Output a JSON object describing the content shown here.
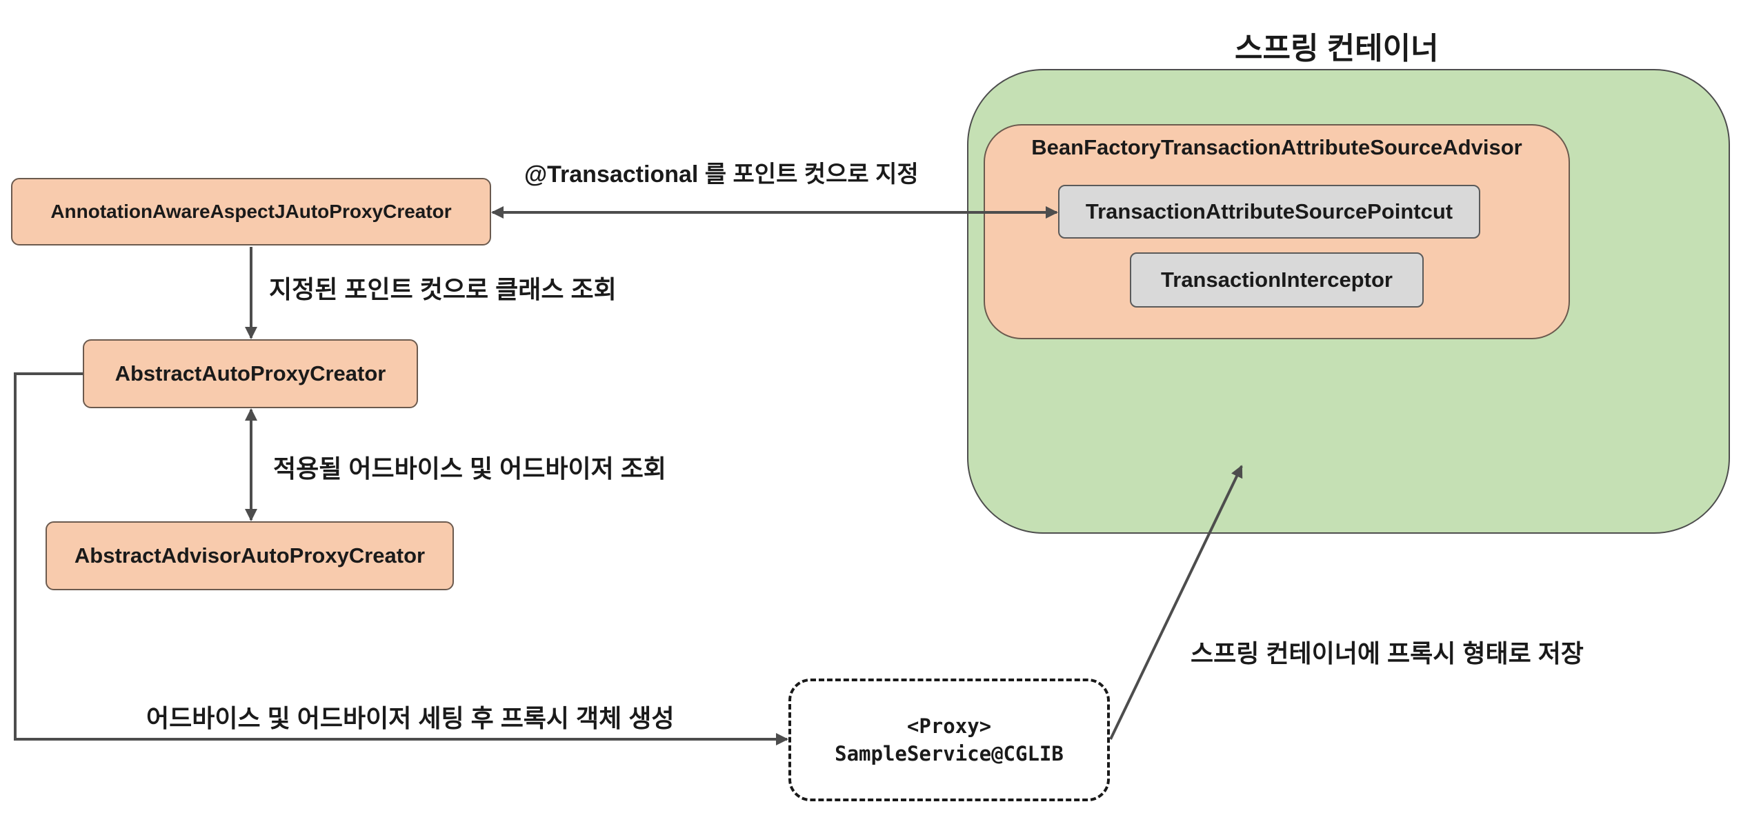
{
  "title": "스프링 컨테이너",
  "nodes": {
    "annotation_creator": "AnnotationAwareAspectJAutoProxyCreator",
    "abstract_auto_creator": "AbstractAutoProxyCreator",
    "abstract_advisor_creator": "AbstractAdvisorAutoProxyCreator",
    "advisor": "BeanFactoryTransactionAttributeSourceAdvisor",
    "pointcut": "TransactionAttributeSourcePointcut",
    "interceptor": "TransactionInterceptor",
    "proxy_line1": "<Proxy>",
    "proxy_line2": "SampleService@CGLIB"
  },
  "edges": {
    "pointcut_assignment": "@Transactional 를 포인트 컷으로 지정",
    "class_lookup": "지정된 포인트 컷으로 클래스 조회",
    "advice_lookup": "적용될 어드바이스 및 어드바이저 조회",
    "create_proxy": "어드바이스 및 어드바이저 세팅 후 프록시 객체 생성",
    "store_proxy": "스프링 컨테이너에 프록시 형태로 저장"
  },
  "colors": {
    "node_fill": "#f8cbad",
    "container_fill": "#c5e0b4",
    "inner_fill": "#d9d9d9",
    "line": "#4d4d4d"
  }
}
